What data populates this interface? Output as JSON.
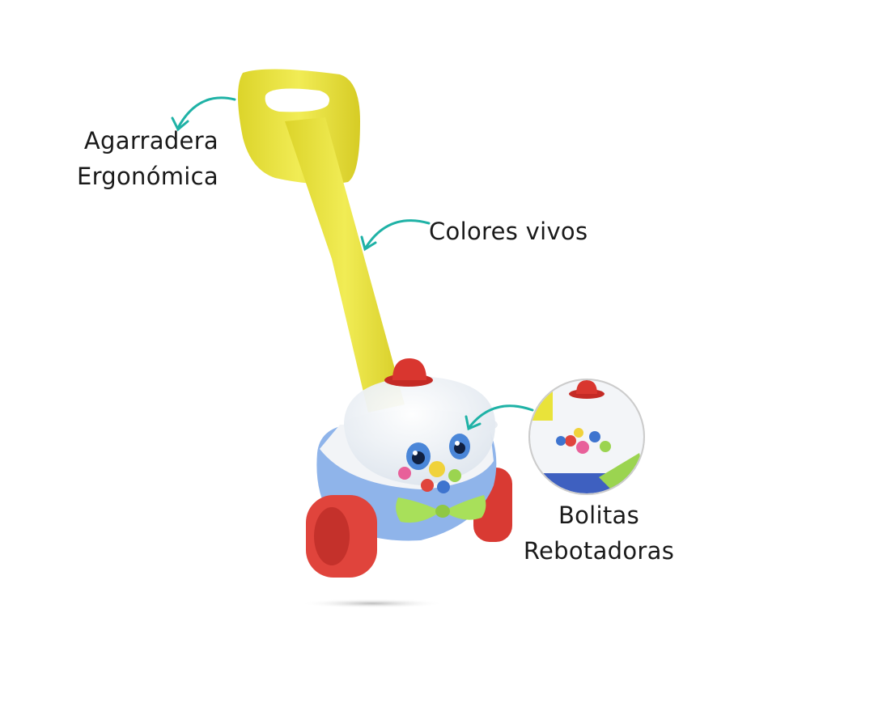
{
  "annotations": {
    "grip": {
      "line1": "Agarradera",
      "line2": "Ergonómica"
    },
    "colors": {
      "text": "Colores vivos"
    },
    "balls": {
      "line1": "Bolitas",
      "line2": "Rebotadoras"
    }
  },
  "colors": {
    "arrow": "#1fb2a6",
    "handle": "#e9e33a",
    "wheel": "#e0443c",
    "body": "#8fb4ea",
    "bow": "#a8e05a"
  }
}
